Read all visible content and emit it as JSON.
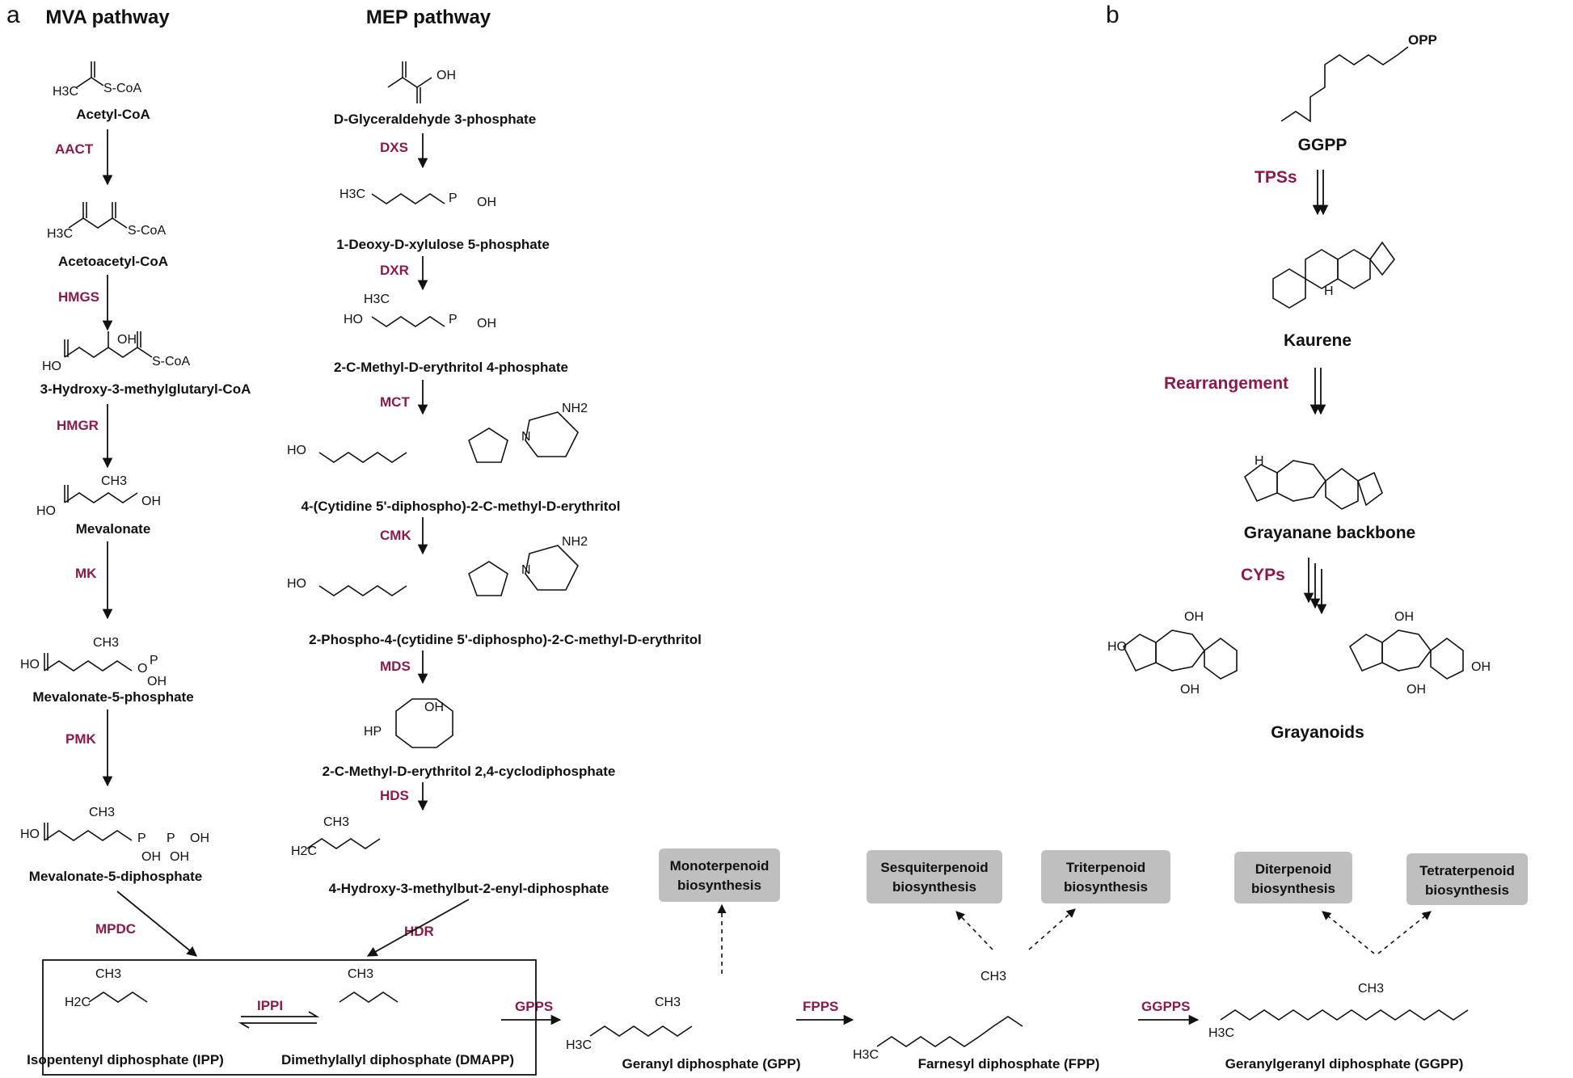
{
  "panels": {
    "a": "a",
    "b": "b"
  },
  "titles": {
    "mva": "MVA pathway",
    "mep": "MEP pathway"
  },
  "mva": {
    "compounds": [
      "Acetyl-CoA",
      "Acetoacetyl-CoA",
      "3-Hydroxy-3-methylglutaryl-CoA",
      "Mevalonate",
      "Mevalonate-5-phosphate",
      "Mevalonate-5-diphosphate"
    ],
    "enzymes": [
      "AACT",
      "HMGS",
      "HMGR",
      "MK",
      "PMK",
      "MPDC"
    ]
  },
  "mep": {
    "compounds": [
      "D-Glyceraldehyde 3-phosphate",
      "1-Deoxy-D-xylulose 5-phosphate",
      "2-C-Methyl-D-erythritol 4-phosphate",
      "4-(Cytidine 5'-diphospho)-2-C-methyl-D-erythritol",
      "2-Phospho-4-(cytidine 5'-diphospho)-2-C-methyl-D-erythritol",
      "2-C-Methyl-D-erythritol 2,4-cyclodiphosphate",
      "4-Hydroxy-3-methylbut-2-enyl-diphosphate"
    ],
    "enzymes": [
      "DXS",
      "DXR",
      "MCT",
      "CMK",
      "MDS",
      "HDS",
      "HDR"
    ]
  },
  "bottom": {
    "ipp": "Isopentenyl diphosphate (IPP)",
    "dmapp": "Dimethylallyl diphosphate (DMAPP)",
    "ippi": "IPPI",
    "gpps": "GPPS",
    "gpp": "Geranyl diphosphate (GPP)",
    "fpps": "FPPS",
    "fpp": "Farnesyl diphosphate (FPP)",
    "ggpps": "GGPPS",
    "ggpp": "Geranylgeranyl diphosphate (GGPP)"
  },
  "boxes": {
    "mono": [
      "Monoterpenoid",
      "biosynthesis"
    ],
    "sesqui": [
      "Sesquiterpenoid",
      "biosynthesis"
    ],
    "tri": [
      "Triterpenoid",
      "biosynthesis"
    ],
    "di": [
      "Diterpenoid",
      "biosynthesis"
    ],
    "tetra": [
      "Tetraterpenoid",
      "biosynthesis"
    ]
  },
  "panel_b": {
    "compounds": [
      "GGPP",
      "Kaurene",
      "Grayanane backbone",
      "Grayanoids"
    ],
    "enzymes": [
      "TPSs",
      "Rearrangement",
      "CYPs"
    ],
    "opp": "OPP"
  },
  "atoms": {
    "h3c": "H3C",
    "ch3": "CH3",
    "oh": "OH",
    "ho": "HO",
    "o": "O",
    "p": "P",
    "scoa": "S-CoA",
    "nh2": "NH2",
    "n": "N",
    "h": "H",
    "h2c": "H2C",
    "hp": "HP"
  },
  "colors": {
    "enzyme": "#8b1a4a",
    "box": "#bfbfbf"
  }
}
